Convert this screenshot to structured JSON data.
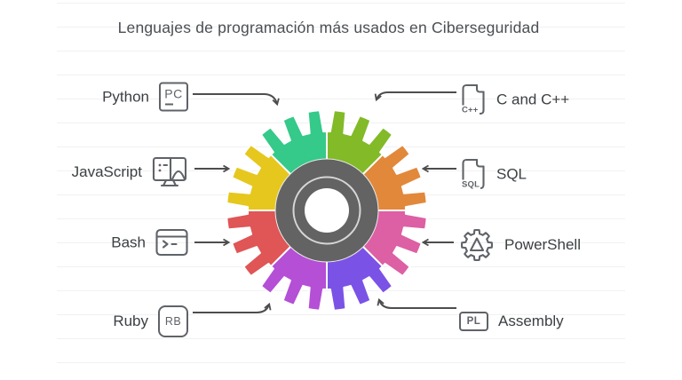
{
  "title": "Lenguajes de programación más usados en Ciberseguridad",
  "colors": {
    "arrow": "#4d4d4d",
    "icon": "#5f6368",
    "text": "#3c4043",
    "ruled_line": "#f1f1f1",
    "hub_fill": "#636363",
    "hub_ring": "#d6d6d6",
    "hub_hole": "#ffffff",
    "segment_edge": "#ffffff"
  },
  "gear_segments": [
    {
      "position": "top-right",
      "language": "C and C++",
      "color": "#82ba28"
    },
    {
      "position": "right-upper",
      "language": "SQL",
      "color": "#e2883b"
    },
    {
      "position": "right-lower",
      "language": "PowerShell",
      "color": "#dd5fa4"
    },
    {
      "position": "bottom-right",
      "language": "Assembly",
      "color": "#7b52e6"
    },
    {
      "position": "bottom-left",
      "language": "Ruby",
      "color": "#b44fd6"
    },
    {
      "position": "left-lower",
      "language": "Bash",
      "color": "#e05555"
    },
    {
      "position": "left-upper",
      "language": "JavaScript",
      "color": "#e6c71e"
    },
    {
      "position": "top-left",
      "language": "Python",
      "color": "#35c98a"
    }
  ],
  "left_items": [
    {
      "label": "Python",
      "icon": "pc-editor-icon",
      "icon_text": "PC"
    },
    {
      "label": "JavaScript",
      "icon": "monitor-icon",
      "icon_text": ""
    },
    {
      "label": "Bash",
      "icon": "terminal-icon",
      "icon_text": ""
    },
    {
      "label": "Ruby",
      "icon": "rb-badge-icon",
      "icon_text": "RB"
    }
  ],
  "right_items": [
    {
      "label": "C and C++",
      "icon": "cpp-file-icon",
      "icon_text": "C++"
    },
    {
      "label": "SQL",
      "icon": "sql-file-icon",
      "icon_text": "SQL"
    },
    {
      "label": "PowerShell",
      "icon": "gear-icon",
      "icon_text": ""
    },
    {
      "label": "Assembly",
      "icon": "pl-badge-icon",
      "icon_text": "PL"
    }
  ]
}
